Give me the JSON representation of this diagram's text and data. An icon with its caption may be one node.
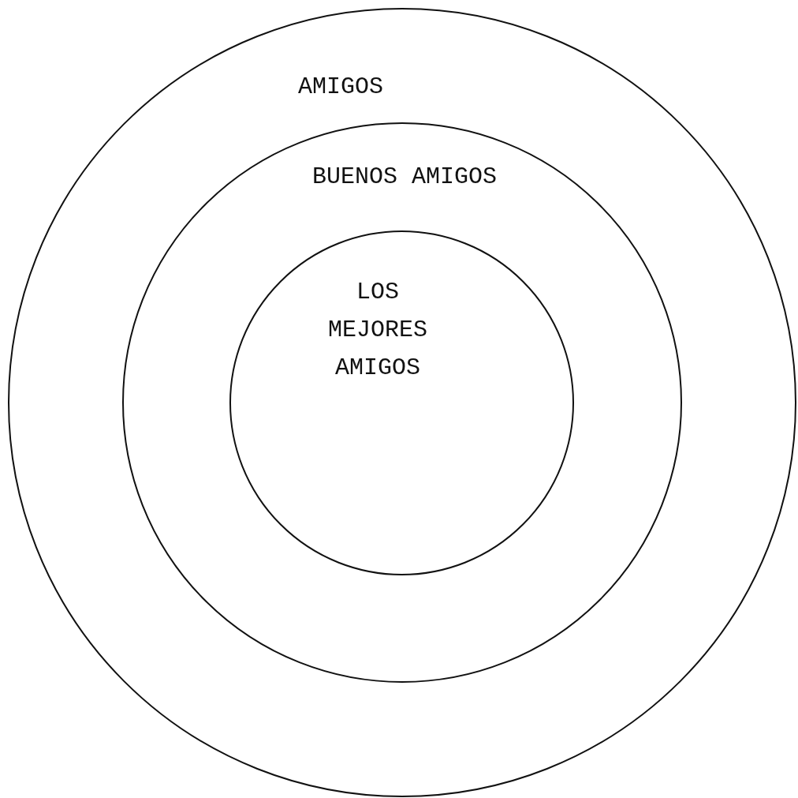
{
  "diagram": {
    "nodes": [
      {
        "text": [
          "AMIGOS"
        ]
      },
      {
        "text": [
          "BUENOS AMIGOS"
        ],
        "in": 0
      },
      {
        "text": [
          "LOS MEJORES AMIGOS"
        ],
        "in": 1
      }
    ]
  }
}
